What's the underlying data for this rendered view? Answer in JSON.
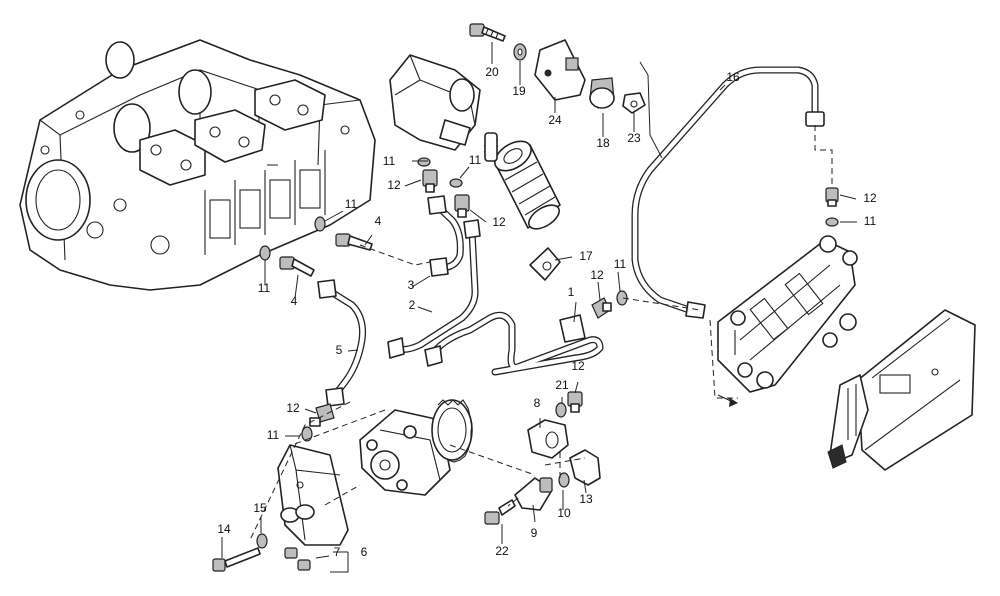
{
  "callouts": [
    {
      "id": "c1",
      "text": "1"
    },
    {
      "id": "c2",
      "text": "2"
    },
    {
      "id": "c3",
      "text": "3"
    },
    {
      "id": "c4a",
      "text": "4"
    },
    {
      "id": "c4b",
      "text": "4"
    },
    {
      "id": "c5",
      "text": "5"
    },
    {
      "id": "c6",
      "text": "6"
    },
    {
      "id": "c7",
      "text": "7"
    },
    {
      "id": "c8",
      "text": "8"
    },
    {
      "id": "c9",
      "text": "9"
    },
    {
      "id": "c10",
      "text": "10"
    },
    {
      "id": "c11a",
      "text": "11"
    },
    {
      "id": "c11b",
      "text": "11"
    },
    {
      "id": "c11c",
      "text": "11"
    },
    {
      "id": "c11d",
      "text": "11"
    },
    {
      "id": "c11e",
      "text": "11"
    },
    {
      "id": "c11f",
      "text": "11"
    },
    {
      "id": "c11g",
      "text": "11"
    },
    {
      "id": "c12a",
      "text": "12"
    },
    {
      "id": "c12b",
      "text": "12"
    },
    {
      "id": "c12c",
      "text": "12"
    },
    {
      "id": "c12d",
      "text": "12"
    },
    {
      "id": "c12e",
      "text": "12"
    },
    {
      "id": "c12f",
      "text": "12"
    },
    {
      "id": "c13",
      "text": "13"
    },
    {
      "id": "c14",
      "text": "14"
    },
    {
      "id": "c15",
      "text": "15"
    },
    {
      "id": "c16",
      "text": "16"
    },
    {
      "id": "c17",
      "text": "17"
    },
    {
      "id": "c18",
      "text": "18"
    },
    {
      "id": "c19",
      "text": "19"
    },
    {
      "id": "c20",
      "text": "20"
    },
    {
      "id": "c21",
      "text": "21"
    },
    {
      "id": "c22",
      "text": "22"
    },
    {
      "id": "c23",
      "text": "23"
    },
    {
      "id": "c24",
      "text": "24"
    }
  ]
}
